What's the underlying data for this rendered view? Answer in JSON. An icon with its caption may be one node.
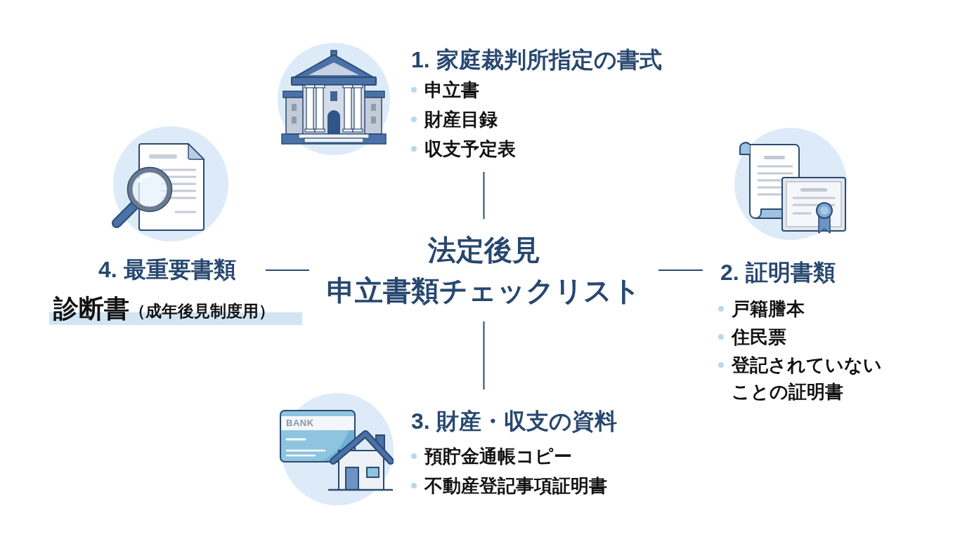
{
  "diagram": {
    "nodes": [
      {
        "text": [
          "法定後見",
          "申立書類チェックリスト"
        ]
      },
      {
        "text": [
          "1. 家庭裁判所指定の書式",
          "申立書",
          "財産目録",
          "収支予定表"
        ]
      },
      {
        "text": [
          "2. 証明書類",
          "戸籍謄本",
          "住民票",
          "登記されていないことの証明書"
        ]
      },
      {
        "text": [
          "3. 財産・収支の資料",
          "預貯金通帳コピー",
          "不動産登記事項証明書"
        ]
      },
      {
        "text": [
          "4. 最重要書類"
        ],
        "beside": [
          "診断書",
          "（成年後見制度用）"
        ]
      }
    ],
    "edges": [
      {
        "from": 0,
        "to": 1,
        "arrow": "none"
      },
      {
        "from": 0,
        "to": 2,
        "arrow": "none"
      },
      {
        "from": 0,
        "to": 3,
        "arrow": "none"
      },
      {
        "from": 0,
        "to": 4,
        "arrow": "none"
      }
    ],
    "labels": [
      "BANK"
    ]
  }
}
